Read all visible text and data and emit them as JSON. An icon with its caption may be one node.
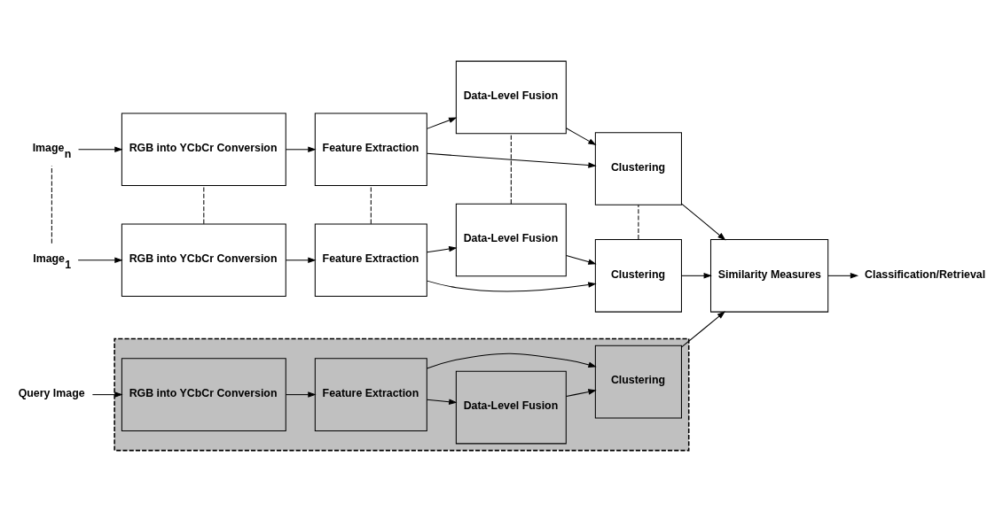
{
  "diagram": {
    "nodes": [
      {
        "text": [],
        "shape": "box"
      },
      {
        "text": [
          "Query Image"
        ]
      },
      {
        "text": [
          "RGB into YCbCr Conversion"
        ],
        "in": 0
      },
      {
        "text": [
          "Feature Extraction"
        ],
        "in": 0
      },
      {
        "text": [
          "Data-Level Fusion"
        ],
        "in": 0
      },
      {
        "text": [
          "Clustering"
        ],
        "in": 0
      },
      {
        "text": [
          "Image$_{1}$"
        ]
      },
      {
        "text": [
          "RGB into YCbCr Conversion"
        ]
      },
      {
        "text": [
          "Feature Extraction"
        ]
      },
      {
        "text": [
          "Data-Level Fusion"
        ]
      },
      {
        "text": [
          "Clustering"
        ]
      },
      {
        "text": [
          "Similarity Measures"
        ]
      },
      {
        "text": [
          "Image$_{n}$"
        ]
      },
      {
        "text": [
          "RGB into YCbCr Conversion"
        ]
      },
      {
        "text": [
          "Feature Extraction"
        ]
      },
      {
        "text": [
          "Data-Level Fusion"
        ]
      },
      {
        "text": [
          "Clustering"
        ]
      },
      {
        "text": [
          "Classification/Retrieval"
        ]
      }
    ],
    "edges": [
      {
        "from": 1,
        "to": 2,
        "arrow": "to"
      },
      {
        "from": 2,
        "to": 3,
        "arrow": "to"
      },
      {
        "from": 3,
        "to": 4,
        "arrow": "to"
      },
      {
        "from": 3,
        "to": 5,
        "arrow": "to"
      },
      {
        "from": 4,
        "to": 5,
        "arrow": "to"
      },
      {
        "from": 5,
        "to": 11,
        "arrow": "to"
      },
      {
        "from": 6,
        "to": 7,
        "arrow": "to"
      },
      {
        "from": 7,
        "to": 8,
        "arrow": "to"
      },
      {
        "from": 8,
        "to": 9,
        "arrow": "to"
      },
      {
        "from": 8,
        "to": 10,
        "arrow": "to"
      },
      {
        "from": 9,
        "to": 10,
        "arrow": "to"
      },
      {
        "from": 10,
        "to": 11,
        "arrow": "to"
      },
      {
        "from": 6,
        "to": 12,
        "arrow": "none",
        "style": "dashed"
      },
      {
        "from": 7,
        "to": 13,
        "arrow": "none",
        "style": "dashed"
      },
      {
        "from": 8,
        "to": 14,
        "arrow": "none",
        "style": "dashed"
      },
      {
        "from": 9,
        "to": 15,
        "arrow": "none",
        "style": "dashed"
      },
      {
        "from": 10,
        "to": 16,
        "arrow": "none",
        "style": "dashed"
      },
      {
        "from": 12,
        "to": 13,
        "arrow": "to"
      },
      {
        "from": 13,
        "to": 14,
        "arrow": "to"
      },
      {
        "from": 14,
        "to": 15,
        "arrow": "to"
      },
      {
        "from": 14,
        "to": 16,
        "arrow": "to"
      },
      {
        "from": 15,
        "to": 16,
        "arrow": "to"
      },
      {
        "from": 16,
        "to": 11,
        "arrow": "to"
      },
      {
        "from": 11,
        "to": 17,
        "arrow": "to"
      }
    ]
  }
}
